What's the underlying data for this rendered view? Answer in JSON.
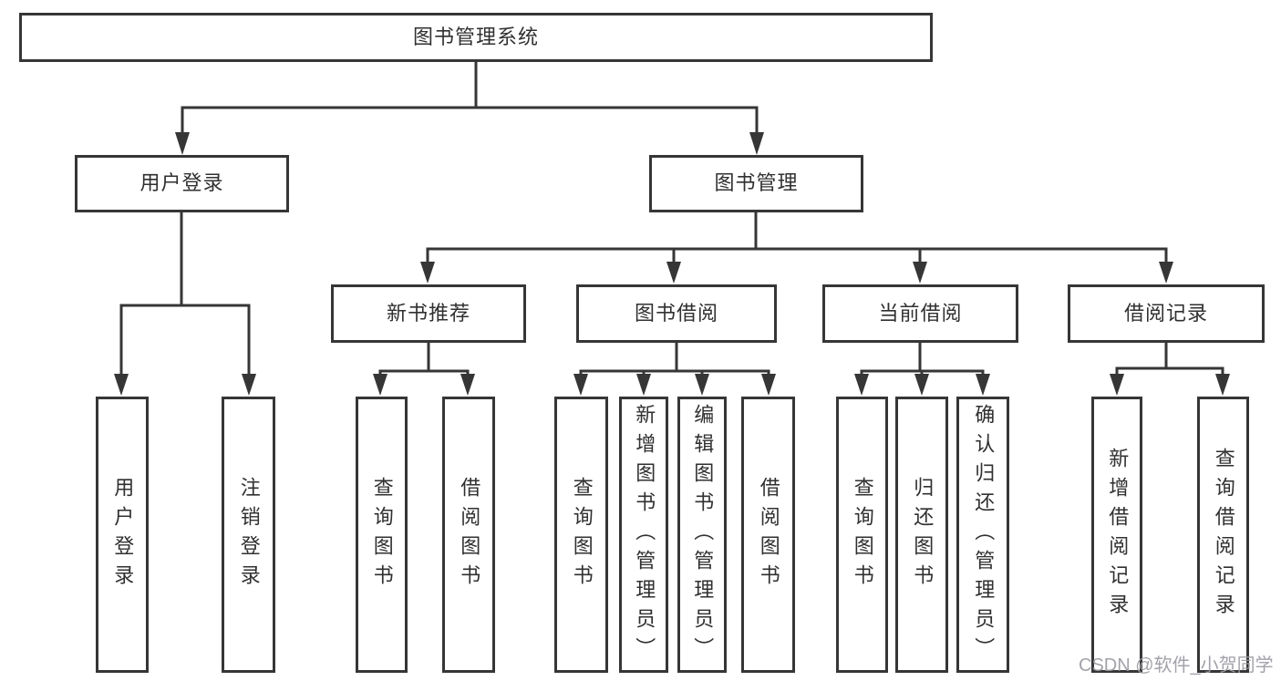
{
  "diagram": {
    "type": "tree-structure-chart",
    "hierarchy": {
      "label": "图书管理系统",
      "children": [
        {
          "label": "用户登录",
          "children": [
            {
              "label": "用户登录"
            },
            {
              "label": "注销登录"
            }
          ]
        },
        {
          "label": "图书管理",
          "children": [
            {
              "label": "新书推荐",
              "children": [
                {
                  "label": "查询图书"
                },
                {
                  "label": "借阅图书"
                }
              ]
            },
            {
              "label": "图书借阅",
              "children": [
                {
                  "label": "查询图书"
                },
                {
                  "label": "新增图书（管理员）"
                },
                {
                  "label": "编辑图书（管理员）"
                },
                {
                  "label": "借阅图书"
                }
              ]
            },
            {
              "label": "当前借阅",
              "children": [
                {
                  "label": "查询图书"
                },
                {
                  "label": "归还图书"
                },
                {
                  "label": "确认归还（管理员）"
                }
              ]
            },
            {
              "label": "借阅记录",
              "children": [
                {
                  "label": "新增借阅记录"
                },
                {
                  "label": "查询借阅记录"
                }
              ]
            }
          ]
        }
      ]
    },
    "watermark": "CSDN @软件_小贺同学",
    "colors": {
      "line": "#363636",
      "box_border": "#363636",
      "text": "#303030",
      "watermark": "#9b9ba3",
      "background": "#ffffff"
    }
  }
}
